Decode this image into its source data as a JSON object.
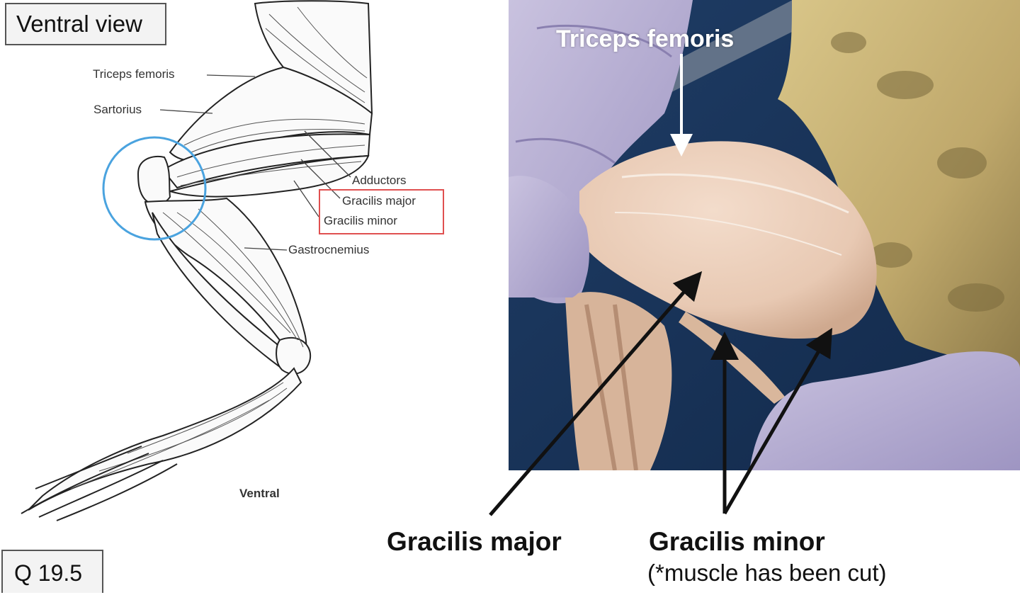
{
  "view_label": "Ventral view",
  "question_label": "Q 19.5",
  "diagram": {
    "labels": {
      "triceps_femoris": "Triceps femoris",
      "sartorius": "Sartorius",
      "adductors": "Adductors",
      "gracilis_major": "Gracilis major",
      "gracilis_minor": "Gracilis minor",
      "gastrocnemius": "Gastrocnemius",
      "ventral": "Ventral"
    },
    "highlight_colors": {
      "circle": "#4aa3df",
      "box": "#e05050"
    }
  },
  "photo": {
    "labels": {
      "triceps_femoris": "Triceps femoris",
      "gracilis_major": "Gracilis major",
      "gracilis_minor": "Gracilis minor",
      "cut_note": "(*muscle has been cut)"
    }
  }
}
